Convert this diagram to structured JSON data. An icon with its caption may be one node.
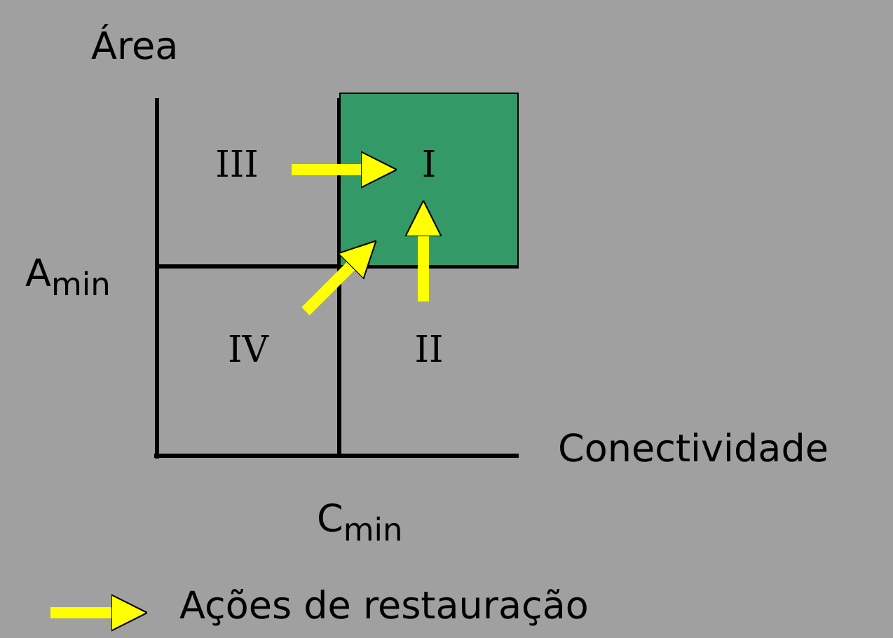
{
  "diagram": {
    "nodes": [
      {
        "text": [
          "III"
        ]
      },
      {
        "text": [
          "I"
        ]
      },
      {
        "text": [
          "IV"
        ]
      },
      {
        "text": [
          "II"
        ]
      }
    ],
    "edges": [
      {
        "from": 0,
        "to": 1,
        "arrow": "to"
      },
      {
        "from": 2,
        "to": 1,
        "arrow": "to"
      },
      {
        "from": 3,
        "to": 1,
        "arrow": "to"
      }
    ],
    "labels": [
      "Área",
      "A$_{min}$",
      "Conectividade",
      "C$_{min}$"
    ],
    "legend": [
      {
        "text": "Ações de restauração"
      }
    ]
  }
}
